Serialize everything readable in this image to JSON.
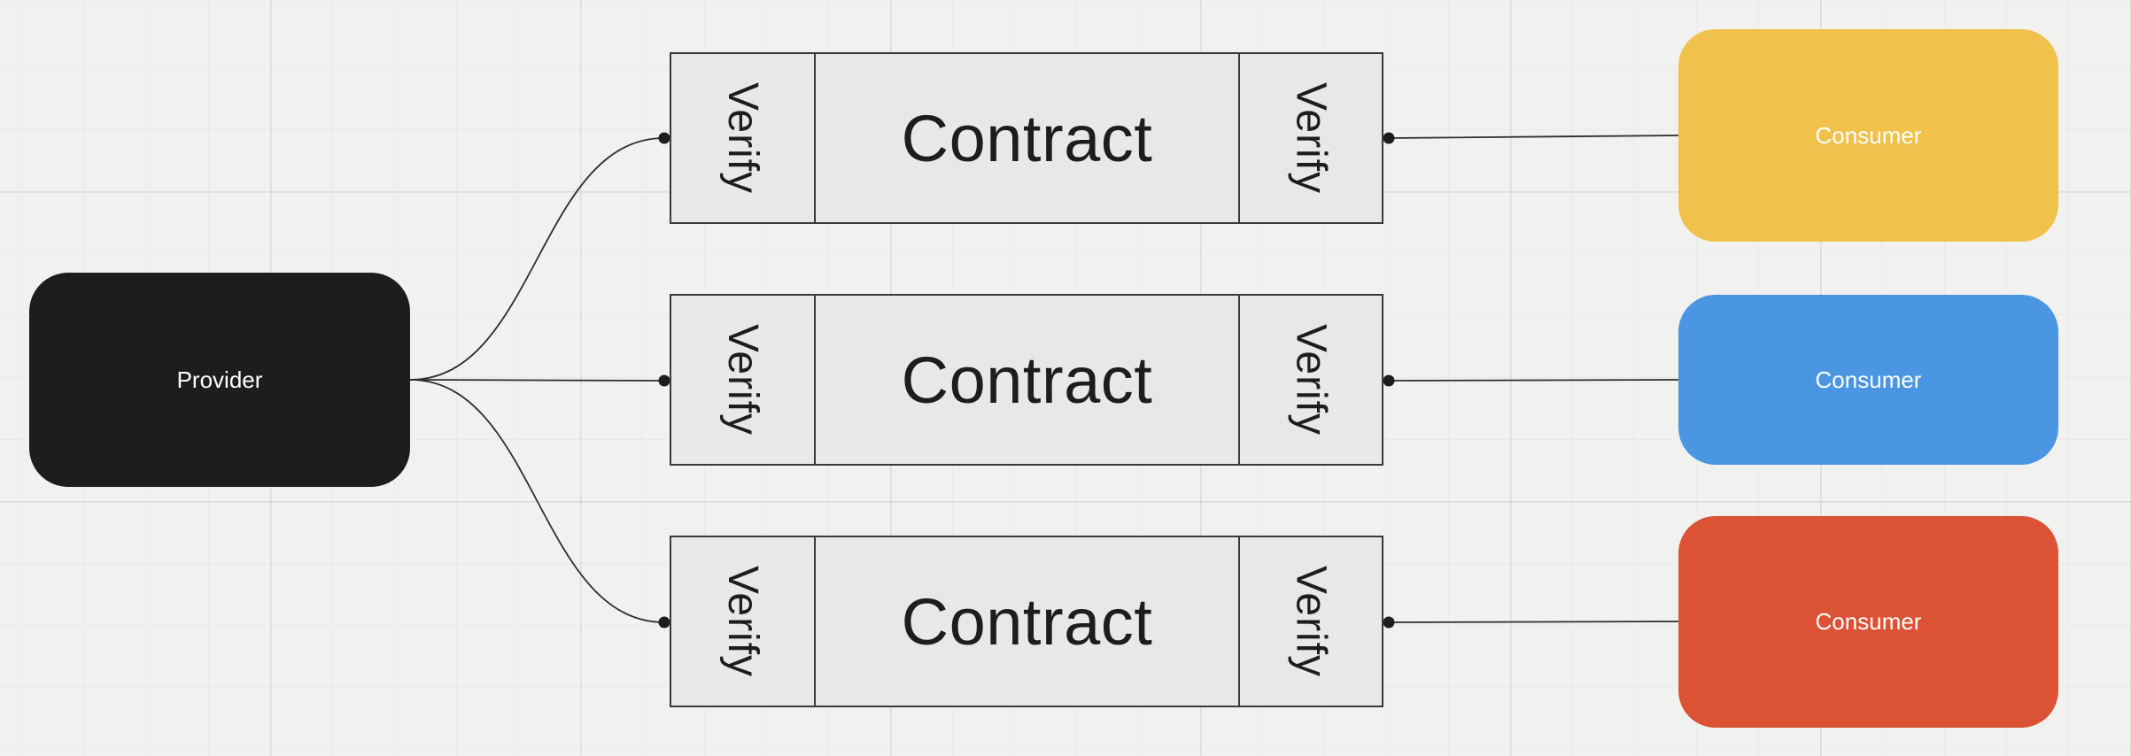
{
  "diagram": {
    "background": {
      "color": "#f1f1f0",
      "grid": "on"
    },
    "provider": {
      "label": "Provider",
      "color": "#1d1d1d",
      "text_color": "#ffffff"
    },
    "contracts": [
      {
        "label": "Contract",
        "left_port": "Verify",
        "right_port": "Verify"
      },
      {
        "label": "Contract",
        "left_port": "Verify",
        "right_port": "Verify"
      },
      {
        "label": "Contract",
        "left_port": "Verify",
        "right_port": "Verify"
      }
    ],
    "contract_style": {
      "fill": "#e8e8e7",
      "border": "#3a3a3a",
      "text_color": "#1d1d1d"
    },
    "consumers": [
      {
        "label": "Consumer",
        "color": "#f0c24b",
        "text_color": "#ffffff"
      },
      {
        "label": "Consumer",
        "color": "#4b96e3",
        "text_color": "#ffffff"
      },
      {
        "label": "Consumer",
        "color": "#dc5234",
        "text_color": "#ffffff"
      }
    ],
    "edges": {
      "color": "#2d2d2d",
      "endpoint_dot_color": "#1d1d1d"
    }
  }
}
